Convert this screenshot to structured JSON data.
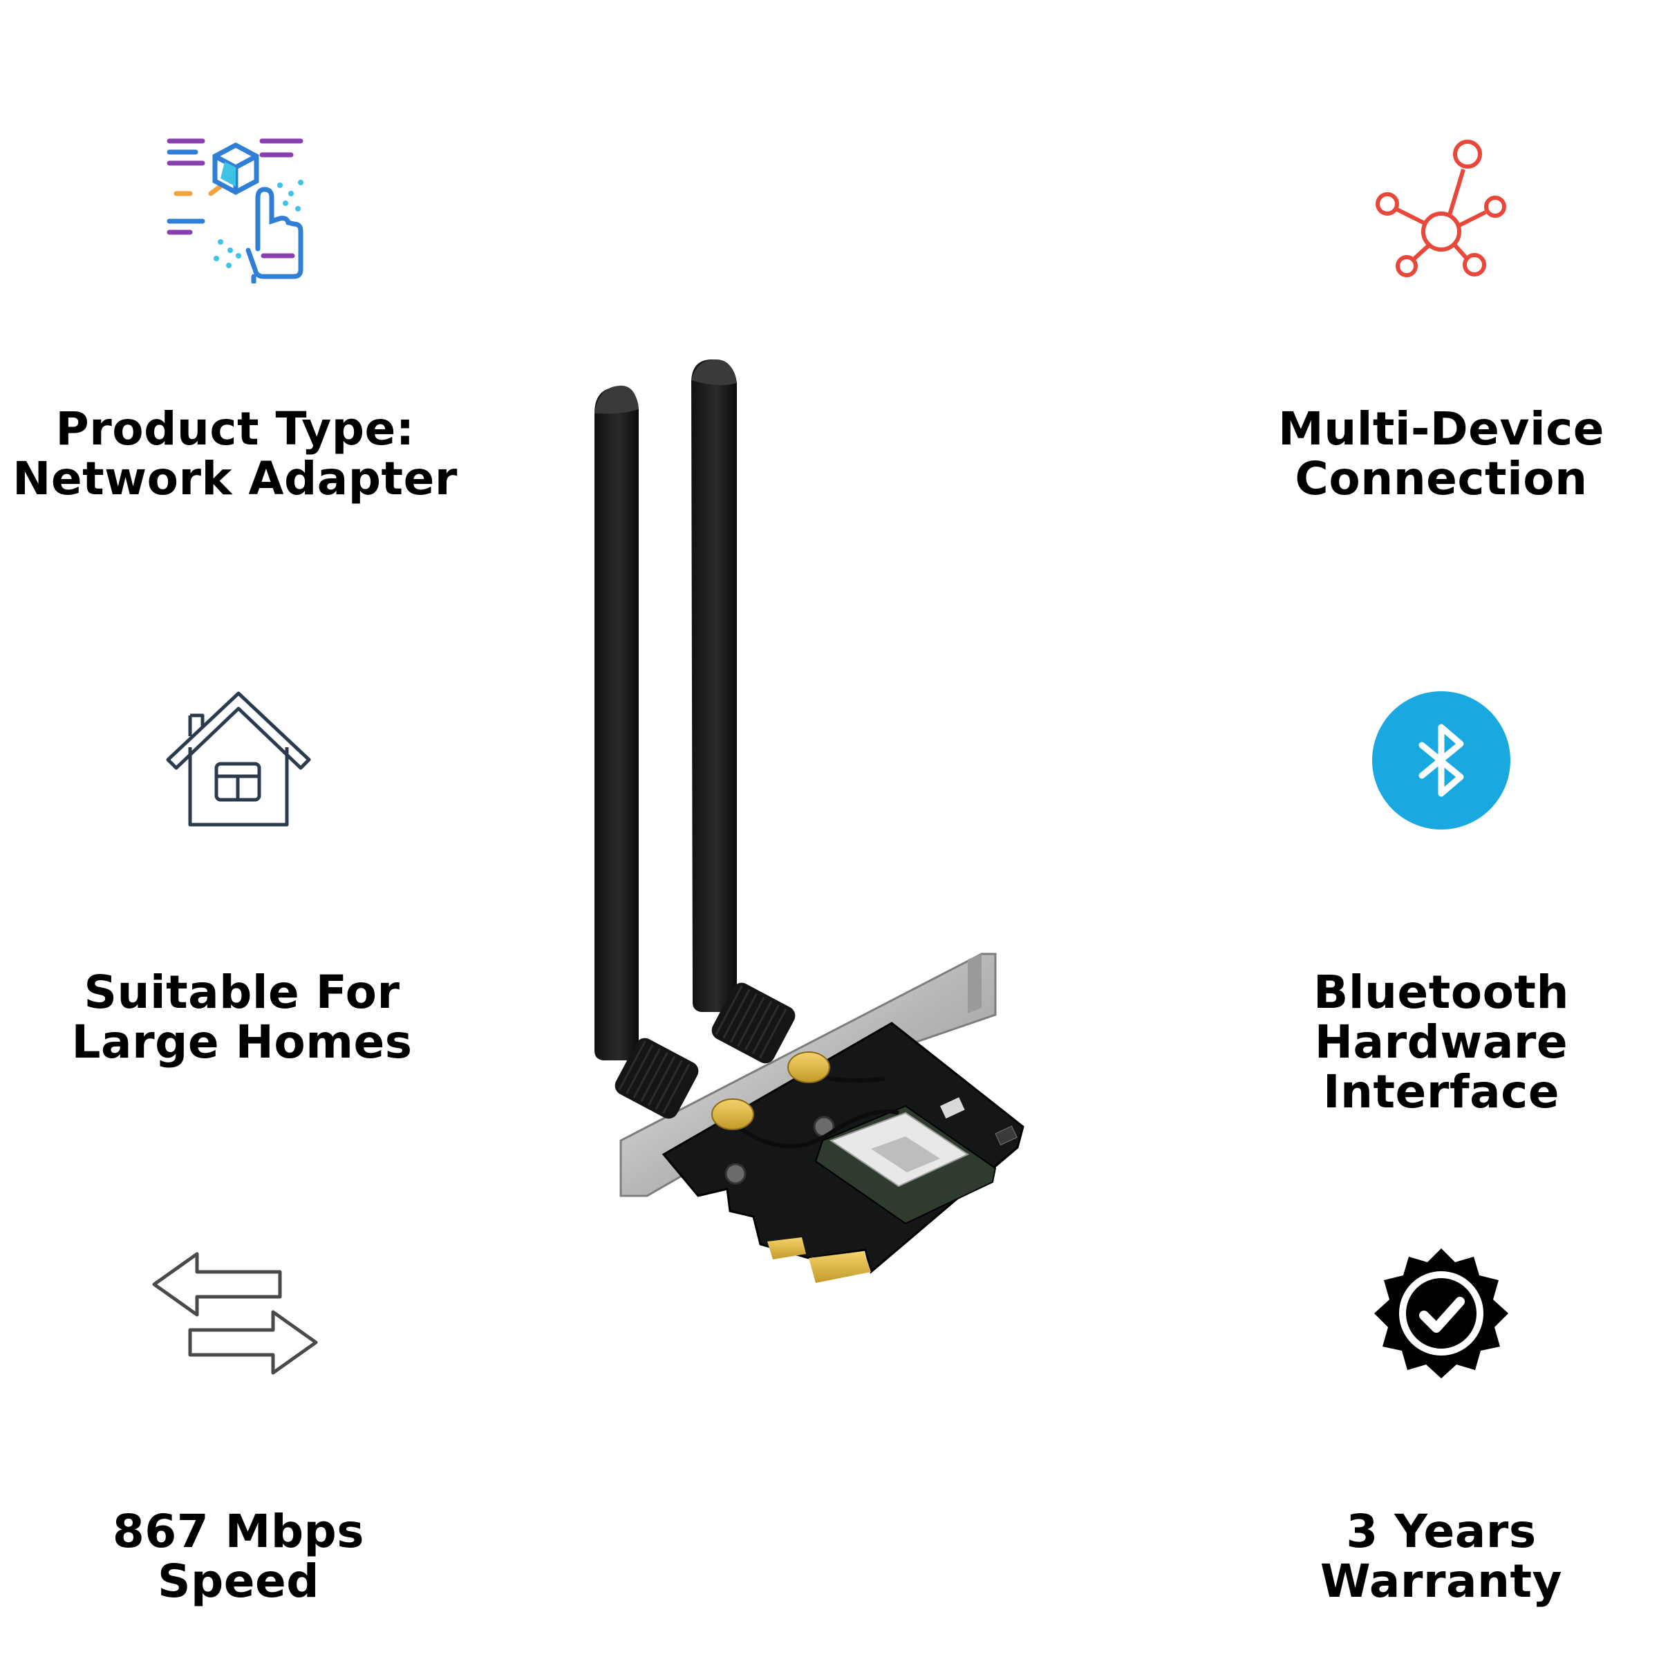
{
  "features": {
    "product_type": {
      "line1": "Product Type:",
      "line2": "Network Adapter",
      "icon": "digital-product-icon"
    },
    "suitable_for": {
      "line1": "Suitable For",
      "line2": "Large Homes",
      "icon": "house-icon"
    },
    "speed": {
      "line1": "867 Mbps",
      "line2": "Speed",
      "icon": "transfer-arrows-icon"
    },
    "connection": {
      "line1": "Multi-Device",
      "line2": "Connection",
      "icon": "network-nodes-icon"
    },
    "bluetooth": {
      "line1": "Bluetooth",
      "line2": "Hardware",
      "line3": "Interface",
      "icon": "bluetooth-icon"
    },
    "warranty": {
      "line1": "3 Years",
      "line2": "Warranty",
      "icon": "warranty-badge-icon"
    }
  },
  "colors": {
    "network_icon": "#e8473a",
    "bluetooth": "#19a9e0",
    "house_icon": "#2b3a4d",
    "arrows_icon": "#4a4a4a",
    "warranty_badge": "#000000",
    "product_icon_purple": "#8a3fb0",
    "product_icon_blue": "#2f7fd6",
    "product_icon_cyan": "#3cc3e6"
  },
  "product_image": {
    "description_icon": "pcie-wifi-adapter-image"
  }
}
